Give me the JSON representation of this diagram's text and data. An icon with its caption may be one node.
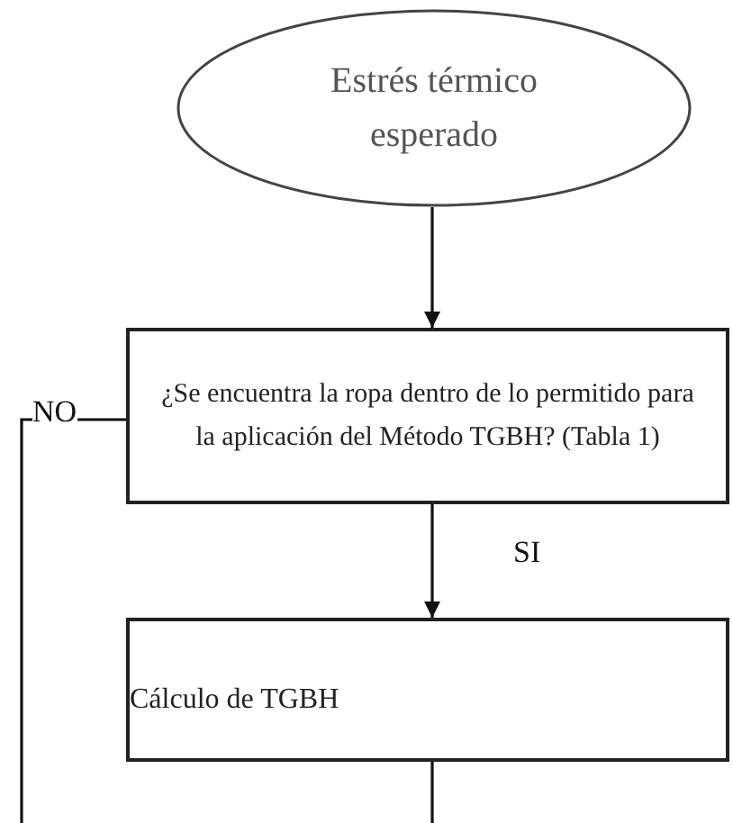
{
  "diagram": {
    "nodes": [
      {
        "text": [
          "Estrés térmico esperado"
        ]
      },
      {
        "text": [
          "¿Se encuentra la ropa dentro de lo permitido para la aplicación del Método TGBH? (Tabla 1)"
        ]
      },
      {
        "text": [
          "Cálculo de TGBH"
        ]
      }
    ],
    "edges": [
      {
        "from": 0,
        "to": 1,
        "arrow": "to"
      },
      {
        "from": 1,
        "to": 2,
        "arrow": "to",
        "label": "SI"
      },
      {
        "from": 1,
        "to": null,
        "arrow": "none",
        "label": "NO"
      },
      {
        "from": 2,
        "to": null,
        "arrow": "none"
      }
    ]
  }
}
